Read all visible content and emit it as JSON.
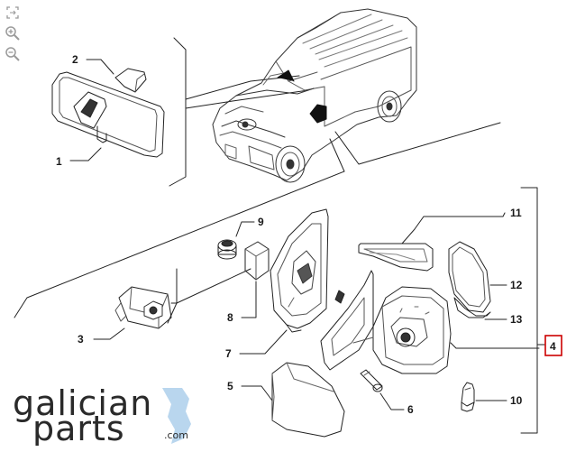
{
  "toolbar": {
    "items": [
      {
        "icon": "fullscreen-icon"
      },
      {
        "icon": "zoom-in-icon"
      },
      {
        "icon": "zoom-out-icon"
      }
    ]
  },
  "logo": {
    "line1": "galician",
    "line2": "parts",
    "suffix": ".com",
    "accent_color": "#b9d6ee"
  },
  "callouts": {
    "c1": "1",
    "c2": "2",
    "c3": "3",
    "c4": "4",
    "c5": "5",
    "c6": "6",
    "c7": "7",
    "c8": "8",
    "c9": "9",
    "c10": "10",
    "c11": "11",
    "c12": "12",
    "c13": "13"
  },
  "highlight_color": "#cc0000"
}
